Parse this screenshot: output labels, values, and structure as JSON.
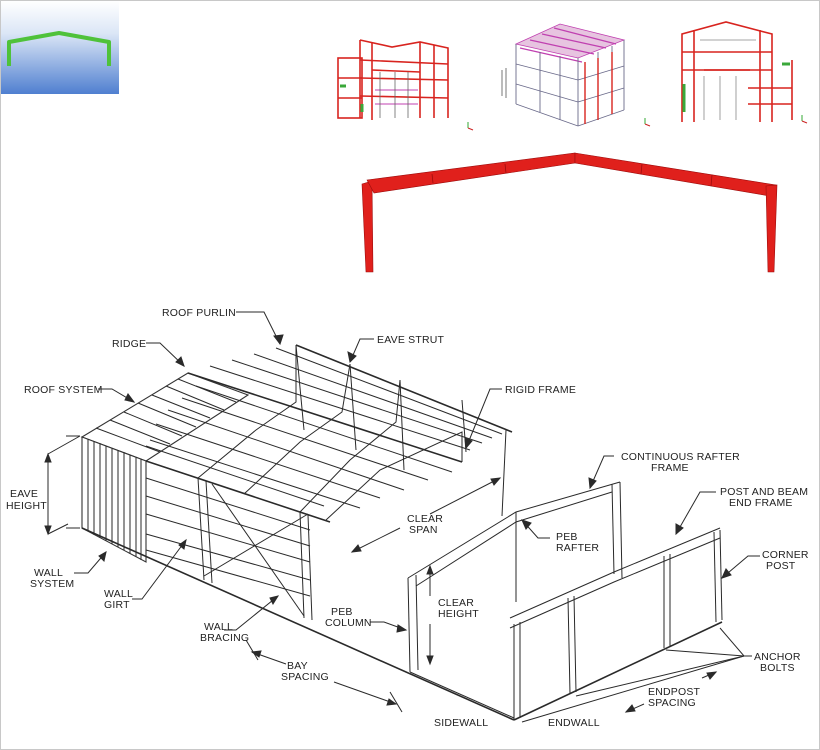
{
  "colors": {
    "thumb_sky_top": "#ffffff",
    "thumb_sky_bottom": "#4f7fd0",
    "thumb_frame": "#4fc23a",
    "steel_red": "#e0201c",
    "steel_magenta": "#c040b0",
    "line": "#2a2a2a"
  },
  "labels": {
    "roof_purlin": "ROOF PURLIN",
    "ridge": "RIDGE",
    "eave_strut": "EAVE STRUT",
    "roof_system": "ROOF SYSTEM",
    "rigid_frame": "RIGID FRAME",
    "continuous_rafter_frame_1": "CONTINUOUS RAFTER",
    "continuous_rafter_frame_2": "FRAME",
    "eave_height_1": "EAVE",
    "eave_height_2": "HEIGHT",
    "post_beam_1": "POST AND BEAM",
    "post_beam_2": "END FRAME",
    "clear_span_1": "CLEAR",
    "clear_span_2": "SPAN",
    "peb_rafter_1": "PEB",
    "peb_rafter_2": "RAFTER",
    "corner_post_1": "CORNER",
    "corner_post_2": "POST",
    "wall_system_1": "WALL",
    "wall_system_2": "SYSTEM",
    "wall_girt_1": "WALL",
    "wall_girt_2": "GIRT",
    "clear_height_1": "CLEAR",
    "clear_height_2": "HEIGHT",
    "wall_bracing_1": "WALL",
    "wall_bracing_2": "BRACING",
    "peb_column_1": "PEB",
    "peb_column_2": "COLUMN",
    "anchor_bolts_1": "ANCHOR",
    "anchor_bolts_2": "BOLTS",
    "bay_spacing_1": "BAY",
    "bay_spacing_2": "SPACING",
    "endpost_spacing_1": "ENDPOST",
    "endpost_spacing_2": "SPACING",
    "sidewall": "SIDEWALL",
    "endwall": "ENDWALL"
  },
  "icons": {
    "thumbnail": "portal-frame-thumbnail",
    "model_1": "steel-building-3d-model",
    "model_2": "steel-building-3d-model",
    "model_3": "steel-building-3d-model",
    "portal": "red-portal-frame"
  }
}
